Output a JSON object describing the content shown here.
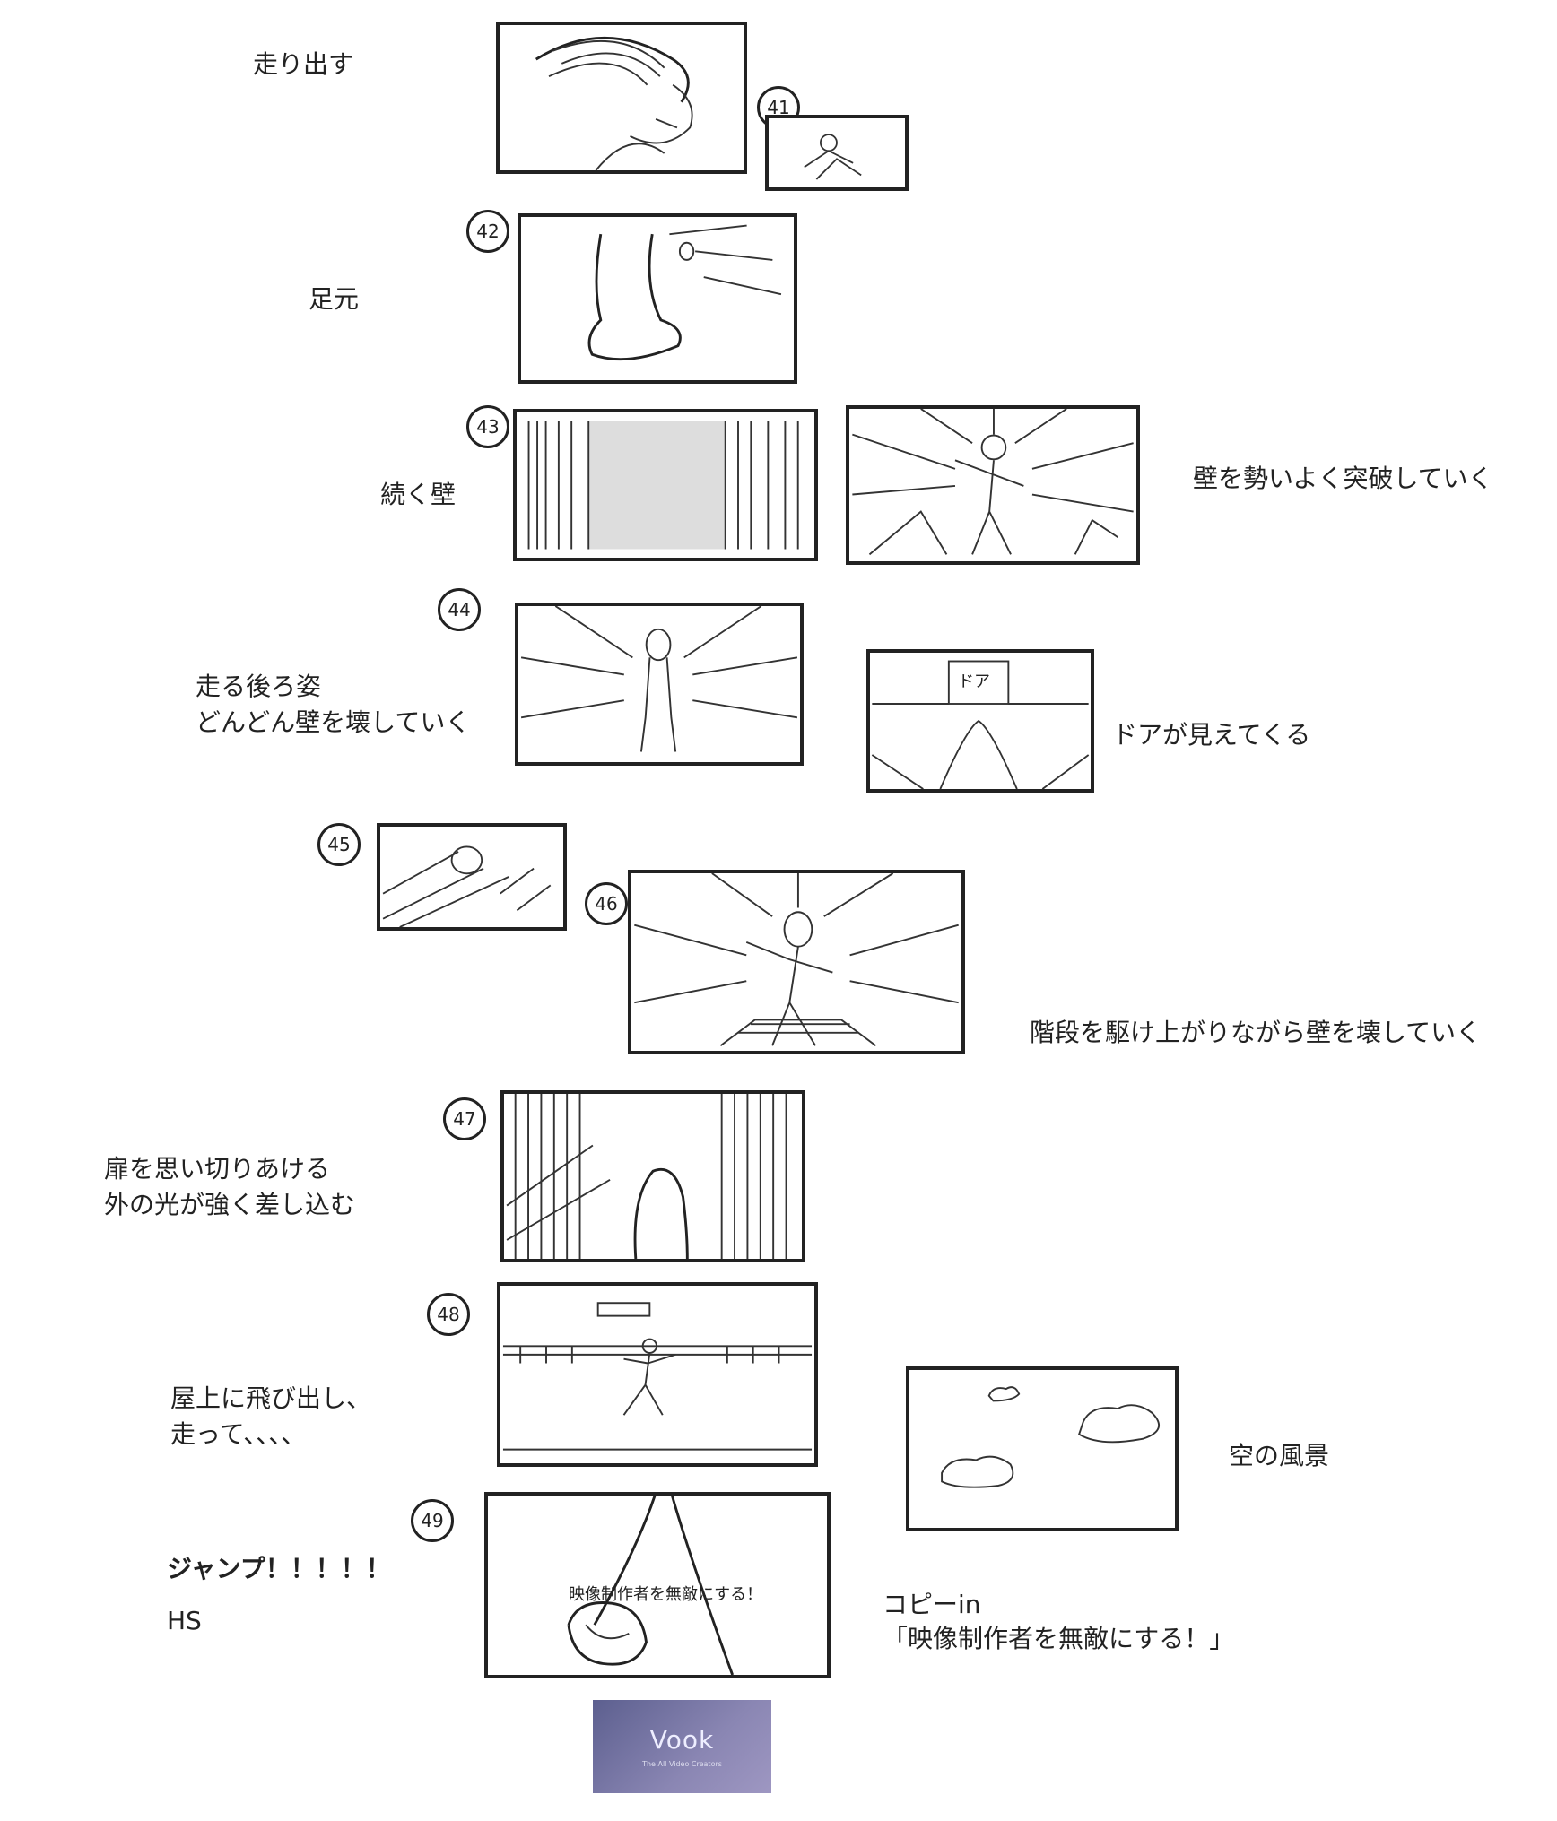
{
  "captions": {
    "run_start": "走り出す",
    "feet": "足元",
    "wall_continues": "続く壁",
    "break_wall": "壁を勢いよく突破していく",
    "back_view_1": "走る後ろ姿",
    "back_view_2": "どんどん壁を壊していく",
    "door_appears": "ドアが見えてくる",
    "stairs_break": "階段を駆け上がりながら壁を壊していく",
    "door_open_1": "扉を思い切りあける",
    "door_open_2": "外の光が強く差し込む",
    "rooftop_1": "屋上に飛び出し、",
    "rooftop_2": "走って、、、、",
    "sky": "空の風景",
    "jump": "ジャンプ！！！！！",
    "hs": "HS",
    "copy_in": "コピーin",
    "copy_text": "「映像制作者を無敵にする！」"
  },
  "panel_numbers": {
    "p41": "41",
    "p42": "42",
    "p43": "43",
    "p44": "44",
    "p45": "45",
    "p46": "46",
    "p47": "47",
    "p48": "48",
    "p49": "49"
  },
  "panel_texts": {
    "door_sign": "ドア",
    "p49_copy": "映像制作者を無敵にする！"
  },
  "logo": {
    "word": "Vook",
    "subtitle": "The All Video Creators"
  }
}
